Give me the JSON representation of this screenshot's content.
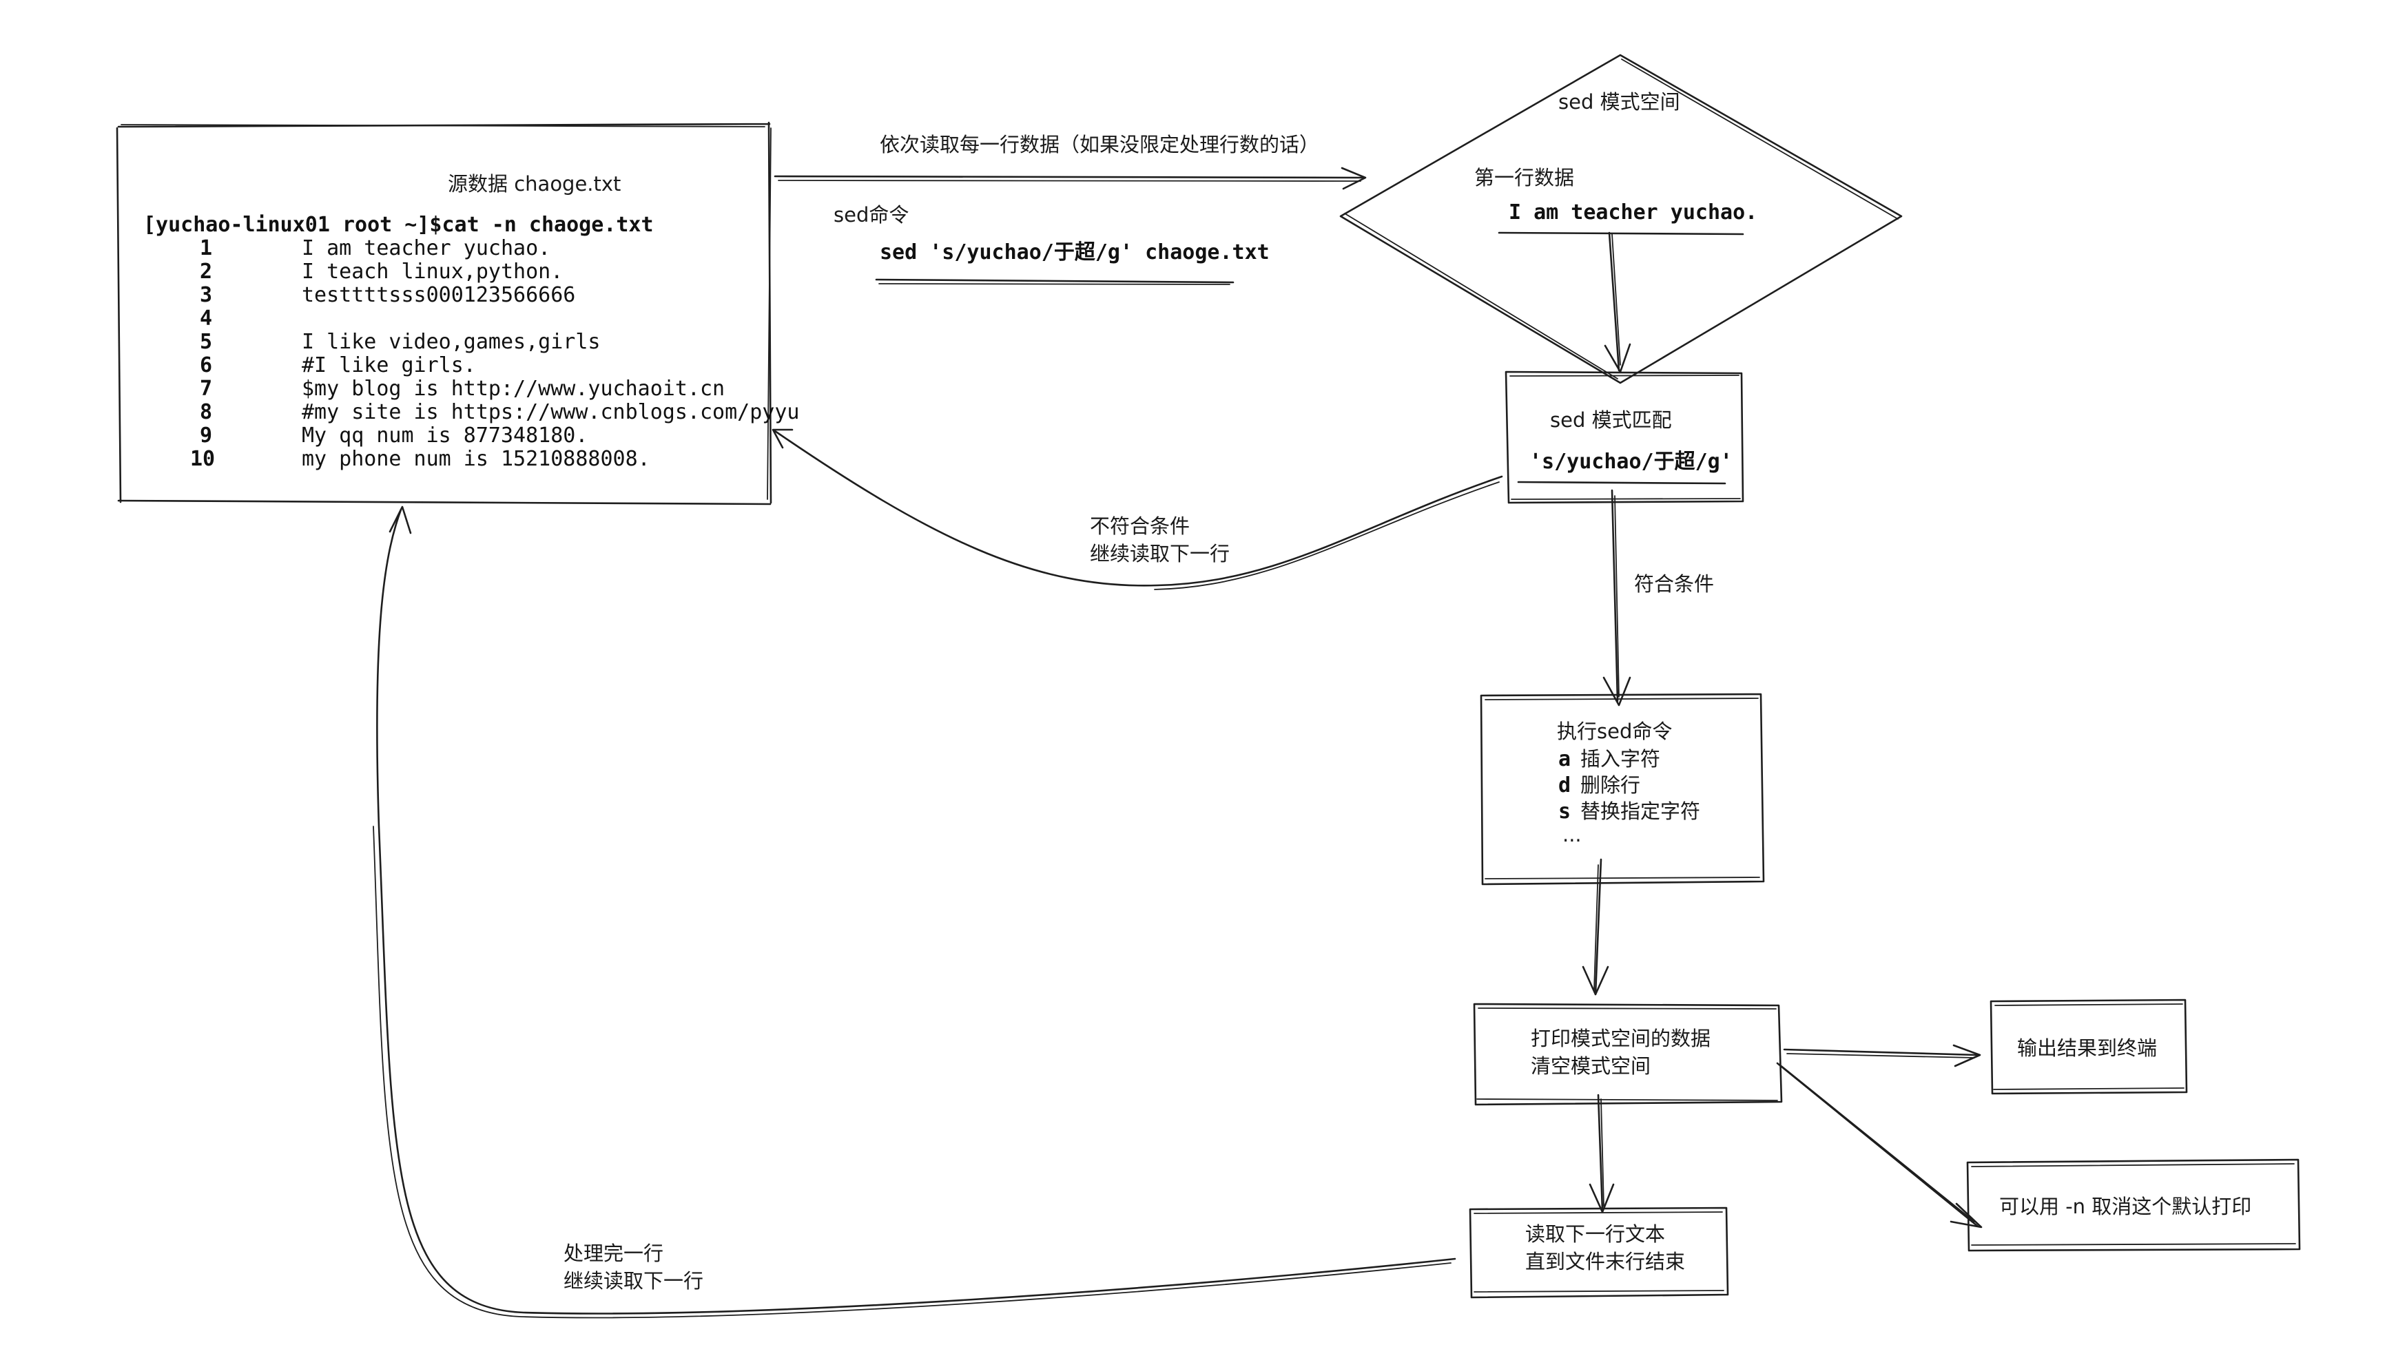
{
  "source_box": {
    "title": "源数据 chaoge.txt",
    "command": "[yuchao-linux01 root ~]$cat -n chaoge.txt",
    "lines": [
      {
        "num": "1",
        "text": "I am teacher yuchao."
      },
      {
        "num": "2",
        "text": "I teach linux,python."
      },
      {
        "num": "3",
        "text": "testtttsss000123566666"
      },
      {
        "num": "4",
        "text": ""
      },
      {
        "num": "5",
        "text": "I like video,games,girls"
      },
      {
        "num": "6",
        "text": "#I like girls."
      },
      {
        "num": "7",
        "text": "$my blog is http://www.yuchaoit.cn"
      },
      {
        "num": "8",
        "text": "#my site is https://www.cnblogs.com/pyyu"
      },
      {
        "num": "9",
        "text": "My qq num is 877348180."
      },
      {
        "num": "10",
        "text": "my phone num  is 15210888008."
      }
    ]
  },
  "arrow_top": {
    "label": "依次读取每一行数据（如果没限定处理行数的话）",
    "sed_label": "sed命令",
    "sed_command": "sed 's/yuchao/于超/g' chaoge.txt"
  },
  "pattern_space": {
    "title": "sed  模式空间",
    "line_label": "第一行数据",
    "line_value": "I am teacher yuchao."
  },
  "pattern_match": {
    "title": "sed  模式匹配",
    "expr": "'s/yuchao/于超/g'"
  },
  "no_match": {
    "line1": "不符合条件",
    "line2": "继续读取下一行"
  },
  "match_label": "符合条件",
  "execute_box": {
    "title": "执行sed命令",
    "items": [
      {
        "key": "a",
        "desc": "插入字符"
      },
      {
        "key": "d",
        "desc": "删除行"
      },
      {
        "key": "s",
        "desc": "替换指定字符"
      }
    ],
    "more": "..."
  },
  "print_box": {
    "line1": "打印模式空间的数据",
    "line2": "清空模式空间"
  },
  "output_box": {
    "text": "输出结果到终端"
  },
  "option_box": {
    "text": "可以用  -n  取消这个默认打印"
  },
  "next_box": {
    "line1": "读取下一行文本",
    "line2": "直到文件末行结束"
  },
  "loop_label": {
    "line1": "处理完一行",
    "line2": "继续读取下一行"
  },
  "colors": {
    "stroke": "#1e1e1e",
    "text": "#1a1a1a",
    "background": "#ffffff"
  }
}
